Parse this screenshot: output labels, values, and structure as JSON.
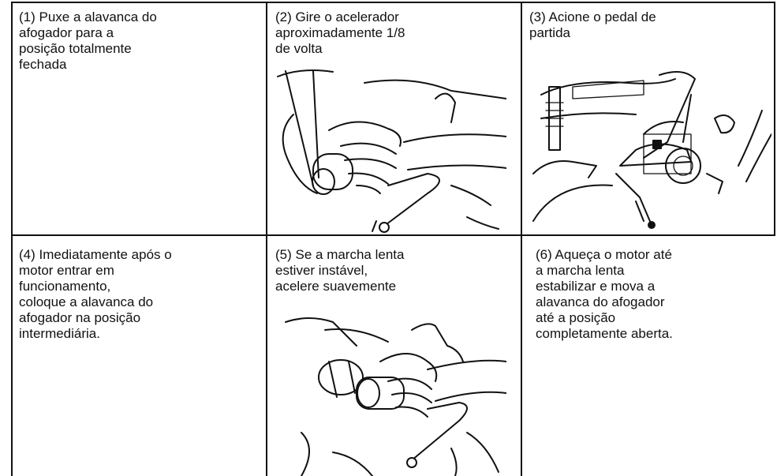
{
  "steps": [
    {
      "text": "(1) Puxe a alavanca do\n      afogador para a\n      posição totalmente\n      fechada"
    },
    {
      "text": "(2) Gire o acelerador\n      aproximadamente 1/8\n      de volta"
    },
    {
      "text": "(3) Acione o pedal de\n      partida"
    },
    {
      "text": "(4) Imediatamente após o\n      motor entrar em\n      funcionamento,\n      coloque a alavanca do\n      afogador na posição\n      intermediária."
    },
    {
      "text": "(5) Se a marcha lenta\n      estiver instável,\n      acelere suavemente"
    },
    {
      "text": "(6) Aqueça o motor até\n      a marcha lenta\n      estabilizar e mova a\n      alavanca do afogador\n      até a posição\n      completamente aberta."
    }
  ]
}
